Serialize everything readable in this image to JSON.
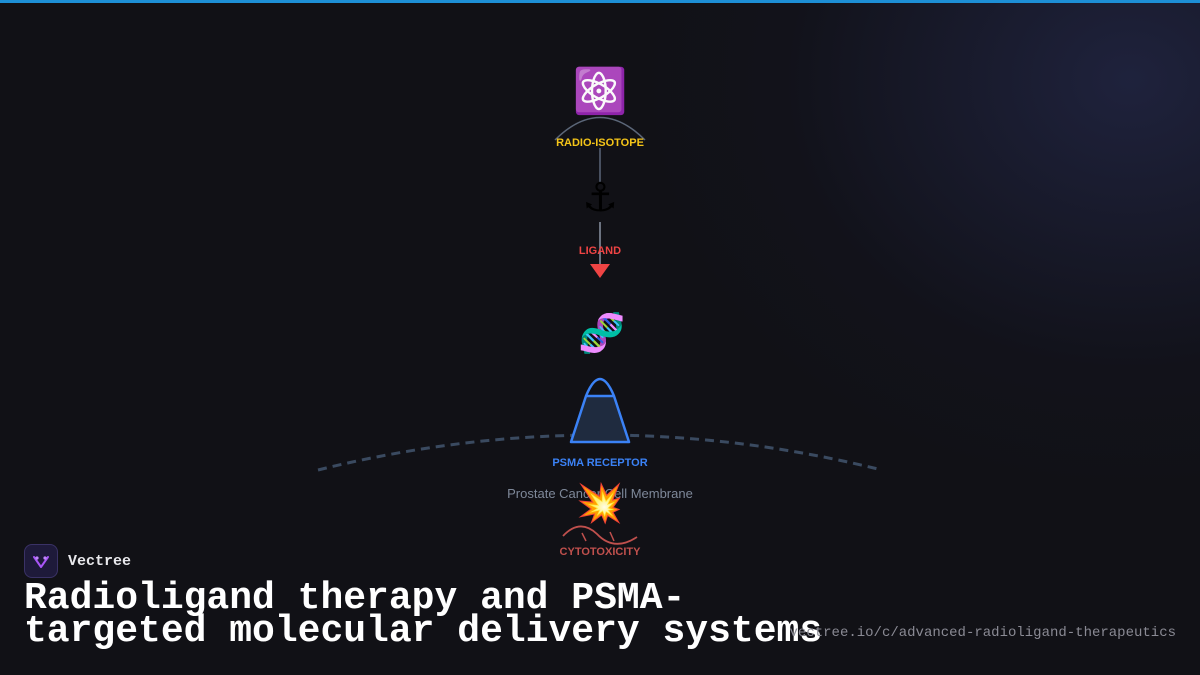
{
  "colors": {
    "accent_bar": "#1d8fd6",
    "radioisotope": "#f5c518",
    "ligand": "#ef4444",
    "receptor": "#3b82f6",
    "cytotoxicity": "#c0504d",
    "membrane": "#3a4a60"
  },
  "diagram": {
    "radioisotope": {
      "label": "RADIO-ISOTOPE",
      "icon": "atom-icon",
      "glyph": "⚛️"
    },
    "ligand": {
      "label": "LIGAND",
      "icon": "anchor-icon",
      "glyph": "⚓"
    },
    "dna": {
      "icon": "dna-icon",
      "glyph": "🧬"
    },
    "receptor": {
      "label": "PSMA RECEPTOR"
    },
    "membrane": {
      "label": "Prostate Cancer Cell Membrane"
    },
    "cytotoxicity": {
      "label": "CYTOTOXICITY",
      "icon": "explosion-icon",
      "glyph": "💥"
    }
  },
  "footer": {
    "brand": "Vectree",
    "title": "Radioligand therapy and PSMA-targeted molecular delivery systems",
    "url": "vectree.io/c/advanced-radioligand-therapeutics"
  }
}
